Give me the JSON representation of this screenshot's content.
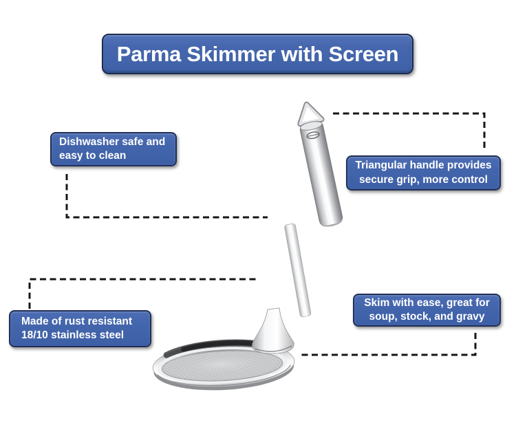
{
  "title": {
    "label": "Parma Skimmer with Screen"
  },
  "illustration": {
    "name": "stainless-steel-skimmer-with-mesh-screen"
  },
  "callouts": [
    {
      "id": "dishwasher-safe",
      "line1": "Dishwasher safe and",
      "line2": "easy to clean"
    },
    {
      "id": "triangular-handle",
      "line1": "Triangular handle provides",
      "line2": "secure grip, more control"
    },
    {
      "id": "stainless-steel",
      "line1": "Made of rust resistant",
      "line2": "18/10 stainless steel"
    },
    {
      "id": "skim-with-ease",
      "line1": "Skim with ease, great for",
      "line2": "soup, stock, and gravy"
    }
  ],
  "colors": {
    "callout_bg": "#4365ac",
    "callout_border": "#1f2f56",
    "text": "#ffffff",
    "connector": "#161616",
    "background": "#ffffff"
  }
}
